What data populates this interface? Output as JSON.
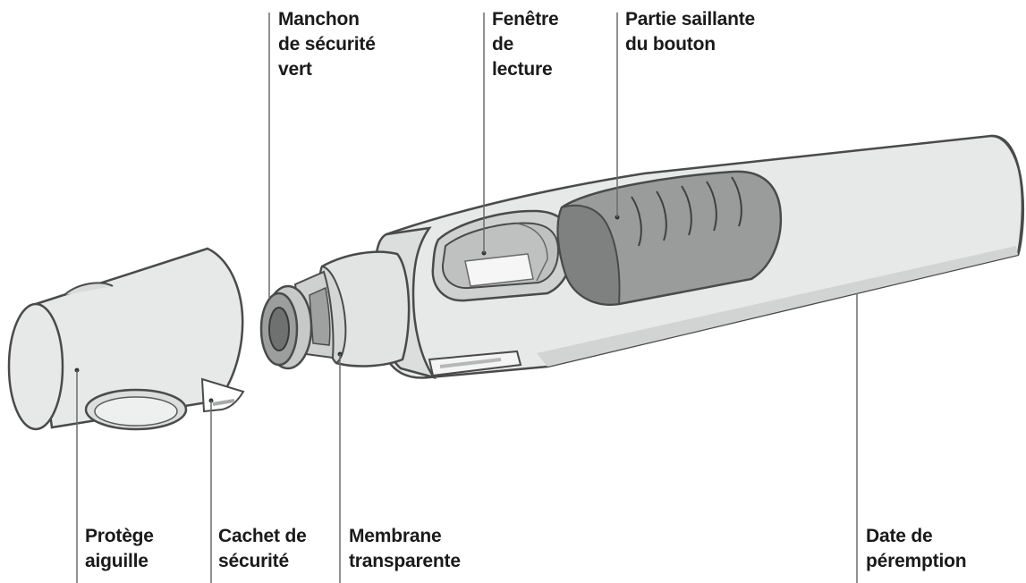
{
  "labels": {
    "sleeve": [
      "Manchon",
      "de sécurité",
      "vert"
    ],
    "window": [
      "Fenêtre",
      "de",
      "lecture"
    ],
    "button": [
      "Partie saillante",
      "du bouton"
    ],
    "cap": [
      "Protège",
      "aiguille"
    ],
    "seal": [
      "Cachet de",
      "sécurité"
    ],
    "membrane": [
      "Membrane",
      "transparente"
    ],
    "expiry": [
      "Date de",
      "péremption"
    ]
  },
  "colors": {
    "body_fill": "#e7e8e8",
    "body_shade": "#d2d4d4",
    "outline": "#4a4a4a",
    "button_fill": "#9a9c9c",
    "button_dark": "#7f8181",
    "window_inner": "#bfc1c1",
    "leader_line": "#6b6b6b"
  }
}
